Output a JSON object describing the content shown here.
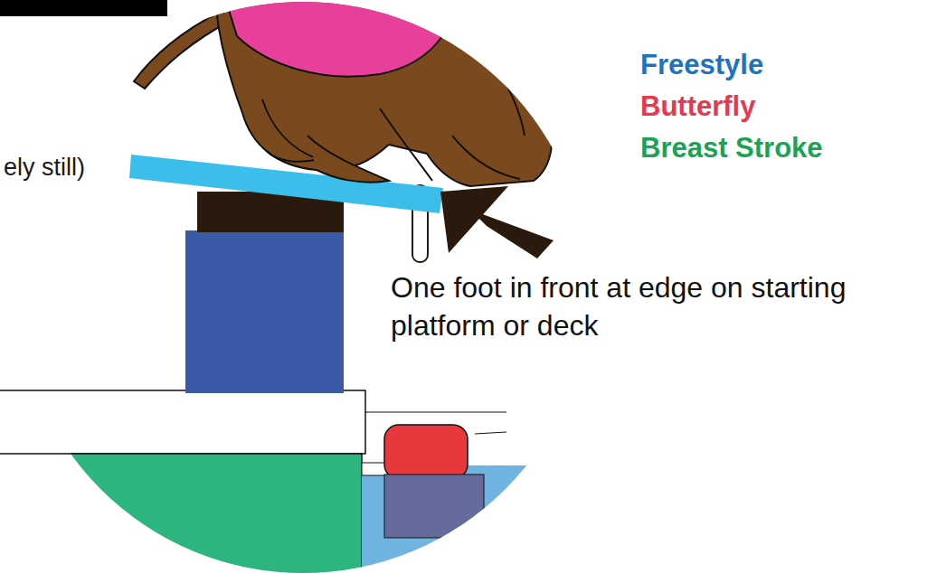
{
  "diagram": {
    "labels": [
      "ely still)",
      "Freestyle",
      "Butterfly",
      "Breast Stroke",
      "One foot in front at edge on starting platform or deck"
    ]
  }
}
